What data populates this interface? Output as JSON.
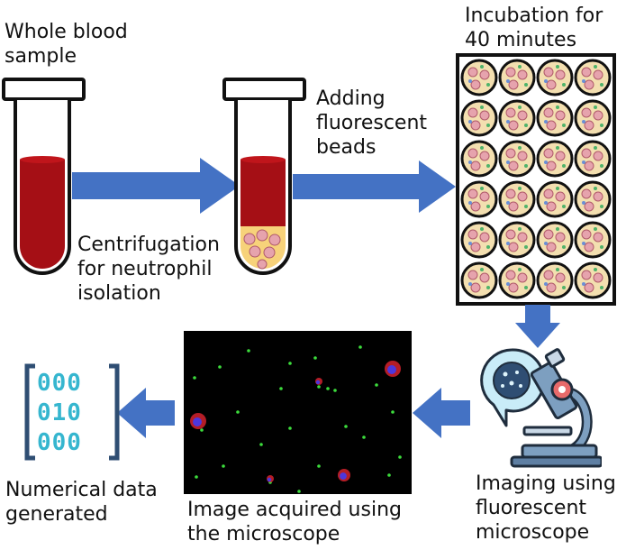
{
  "steps": {
    "sample": "Whole blood\nsample",
    "centrifugation": "Centrifugation\nfor neutrophil\nisolation",
    "adding_beads": "Adding\nfluorescent\nbeads",
    "incubation": "Incubation for\n40 minutes",
    "imaging": "Imaging using\nfluorescent\nmicroscope",
    "image_acquired": "Image acquired using\nthe microscope",
    "numerical": "Numerical data\ngenerated"
  },
  "binary_rows": [
    "000",
    "010",
    "000"
  ],
  "colors": {
    "arrow": "#4472c4",
    "blood": "#a50f15",
    "plasma_layer": "#f7d27a",
    "plate_border": "#111111",
    "well_fill": "#f3dfb0",
    "binary_teal": "#36b6cf",
    "microscope_body": "#5e7fa3"
  },
  "icons": {
    "tube": "test-tube-icon",
    "plate": "well-plate-icon",
    "microscope": "microscope-icon",
    "binary": "binary-data-icon"
  }
}
